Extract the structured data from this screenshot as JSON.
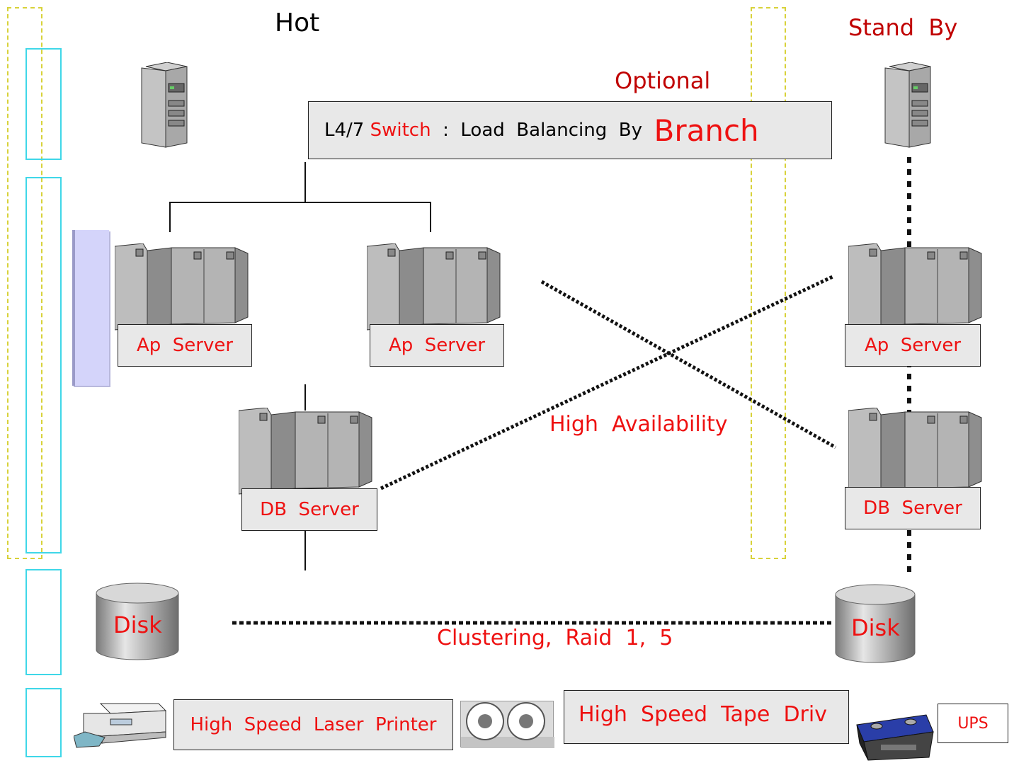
{
  "headings": {
    "hot": "Hot",
    "standby": "Stand  By",
    "optional": "Optional"
  },
  "switch": {
    "prefix": "L4/7",
    "switch_word": "Switch",
    "middle": ":  Load  Balancing  By",
    "branch": "Branch"
  },
  "servers": {
    "ap_left": "Ap  Server",
    "ap_mid": "Ap  Server",
    "ap_right": "Ap  Server",
    "db_left": "DB  Server",
    "db_right": "DB  Server"
  },
  "annotations": {
    "high_availability": "High  Availability",
    "clustering": "Clustering,  Raid  1,  5"
  },
  "disks": {
    "left": "Disk",
    "right": "Disk"
  },
  "peripherals": {
    "printer": "High  Speed  Laser  Printer",
    "tape": "High  Speed  Tape  Driv",
    "ups": "UPS"
  },
  "colors": {
    "accent_red": "#ee1111",
    "dark_red": "#c00000",
    "box_fill": "#e8e8e8",
    "cyan": "#3fd7e8",
    "dash_yellow": "#d8d23a",
    "lavender": "#d4d4fa"
  }
}
